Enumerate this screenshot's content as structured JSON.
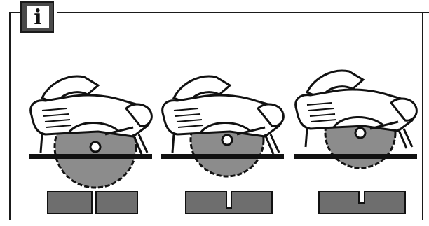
{
  "info_badge": {
    "glyph": "i",
    "icon": "info-icon",
    "fill_color": "#4a4a4a",
    "glyph_color": "#111111"
  },
  "colors": {
    "frame": "#1a1a1a",
    "blade": "#8c8c8c",
    "saw_body": "#ffffff",
    "board": "#6e6e6e",
    "base_plate": "#111111"
  },
  "panels": [
    {
      "name": "cut-depth-full-through",
      "blade_protrusion": "full",
      "board_cut": "through"
    },
    {
      "name": "cut-depth-partial",
      "blade_protrusion": "medium",
      "board_cut": "shallow-notch"
    },
    {
      "name": "cut-depth-shallow",
      "blade_protrusion": "small",
      "board_cut": "small-notch"
    }
  ]
}
